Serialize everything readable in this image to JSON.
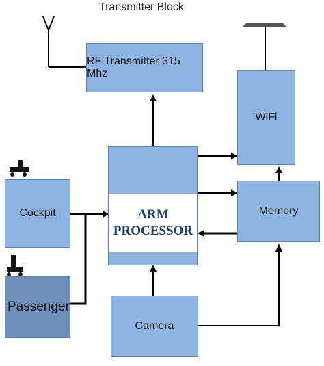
{
  "title": "Transmitter Block",
  "blocks": {
    "rf": "RF Transmitter 315 Mhz",
    "wifi": "WiFi",
    "memory": "Memory",
    "cockpit": "Cockpit",
    "passenger": "Passenger",
    "camera": "Camera",
    "arm_line1": "ARM",
    "arm_line2": "PROCESSOR"
  },
  "colors": {
    "block_fill": "#8eb4e3",
    "passenger_fill": "#6f8fbd",
    "processor_text": "#1f3d75",
    "wire": "#000000"
  }
}
